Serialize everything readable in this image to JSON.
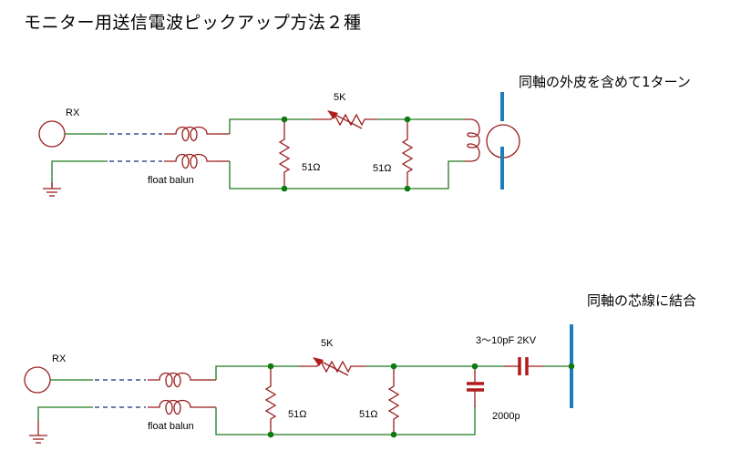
{
  "title": "モニター用送信電波ピックアップ方法２種",
  "circuit_top": {
    "note": "同軸の外皮を含めて1ターン",
    "rx_label": "RX",
    "balun_label": "float balun",
    "variable_resistor_label": "5K",
    "shunt_resistor_1_label": "51Ω",
    "shunt_resistor_2_label": "51Ω"
  },
  "circuit_bottom": {
    "note": "同軸の芯線に結合",
    "rx_label": "RX",
    "balun_label": "float balun",
    "variable_resistor_label": "5K",
    "shunt_resistor_1_label": "51Ω",
    "shunt_resistor_2_label": "51Ω",
    "coupling_cap_label": "3〜10pF  2KV",
    "shunt_cap_label": "2000p"
  },
  "colors": {
    "wire": "#1f7a1f",
    "component": "#9b1c1c",
    "coax_dashed": "#1a2a7a",
    "coax_conductor": "#1e7dbb",
    "junction": "#0f7a0f"
  }
}
